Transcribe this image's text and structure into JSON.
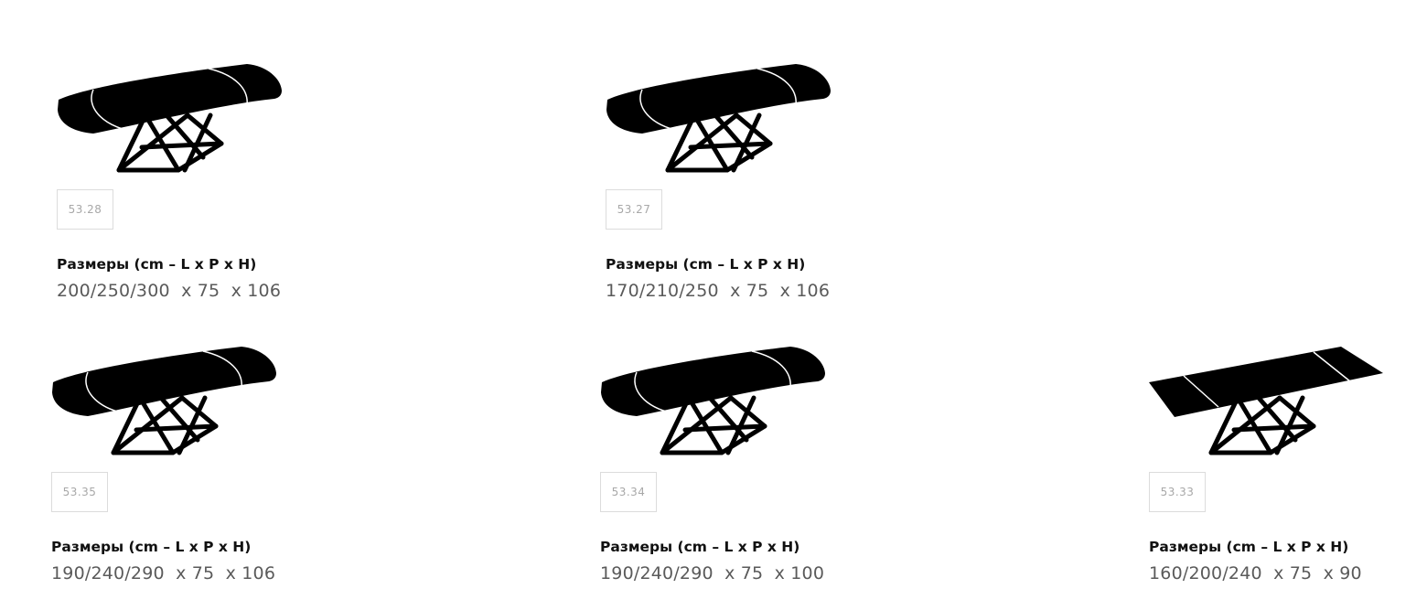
{
  "dimensions_label": "Размеры (cm – L x P x H)",
  "products": [
    {
      "code": "53.28",
      "length": "200/250/300",
      "depth": "x 75",
      "height": "x 106",
      "top_shape": "rounded"
    },
    {
      "code": "53.27",
      "length": "170/210/250",
      "depth": "x 75",
      "height": "x 106",
      "top_shape": "rounded"
    },
    {
      "code": "53.35",
      "length": "190/240/290",
      "depth": "x 75",
      "height": "x 106",
      "top_shape": "rounded"
    },
    {
      "code": "53.34",
      "length": "190/240/290",
      "depth": "x 75",
      "height": "x 100",
      "top_shape": "rounded"
    },
    {
      "code": "53.33",
      "length": "160/200/240",
      "depth": "x 75",
      "height": "x 90",
      "top_shape": "rectangular"
    }
  ],
  "colors": {
    "silhouette": "#000000",
    "code_text": "#a8a8a8",
    "code_border": "#dcdcdc",
    "values_text": "#5a5a5a",
    "label_text": "#111111"
  }
}
